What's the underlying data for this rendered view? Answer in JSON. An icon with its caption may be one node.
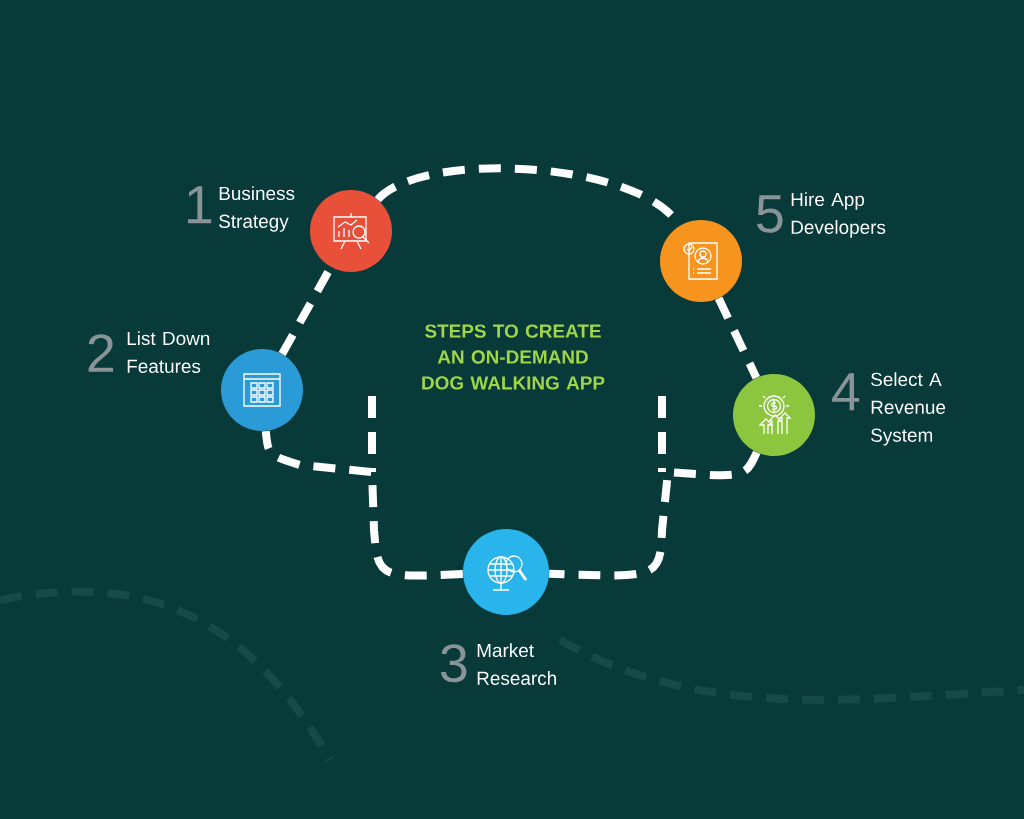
{
  "diagram": {
    "title": "STEPS TO CREATE AN ON-DEMAND DOG WALKING APP",
    "nodes": [
      {
        "text": [],
        "shape": "circle",
        "beside": [
          "1",
          "Business Strategy"
        ]
      },
      {
        "text": [],
        "shape": "circle",
        "beside": [
          "2",
          "List Down Features"
        ]
      },
      {
        "text": [],
        "shape": "circle",
        "beside": [
          "3",
          "Market Research"
        ]
      },
      {
        "text": [],
        "shape": "circle",
        "beside": [
          "4",
          "Select A Revenue System"
        ]
      },
      {
        "text": [],
        "shape": "circle",
        "beside": [
          "5",
          "Hire App Developers"
        ]
      }
    ],
    "edges": [
      {
        "from": 0,
        "to": 4,
        "arrow": "none",
        "style": "dashed"
      },
      {
        "from": 4,
        "to": 3,
        "arrow": "none",
        "style": "dashed"
      },
      {
        "from": 3,
        "to": 2,
        "arrow": "none",
        "style": "dashed"
      },
      {
        "from": 2,
        "to": 1,
        "arrow": "none",
        "style": "dashed"
      },
      {
        "from": 1,
        "to": 0,
        "arrow": "none",
        "style": "dashed"
      }
    ]
  }
}
